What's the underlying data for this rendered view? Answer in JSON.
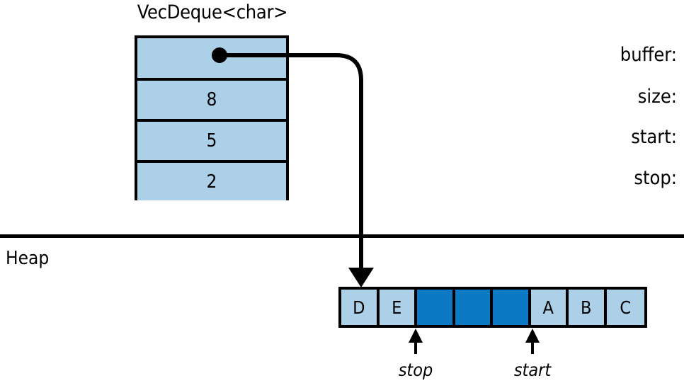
{
  "diagram": {
    "title": "VecDeque<char>",
    "heap_label": "Heap"
  },
  "struct": {
    "name": "VecDeque<char>",
    "fields": [
      {
        "label": "buffer:",
        "value": "",
        "kind": "pointer"
      },
      {
        "label": "size:",
        "value": "8",
        "kind": "number"
      },
      {
        "label": "start:",
        "value": "5",
        "kind": "number"
      },
      {
        "label": "stop:",
        "value": "2",
        "kind": "number"
      }
    ]
  },
  "heap": {
    "label": "Heap",
    "array": {
      "capacity": 8,
      "cells": [
        {
          "index": 0,
          "value": "D",
          "state": "filled"
        },
        {
          "index": 1,
          "value": "E",
          "state": "filled"
        },
        {
          "index": 2,
          "value": "",
          "state": "empty"
        },
        {
          "index": 3,
          "value": "",
          "state": "empty"
        },
        {
          "index": 4,
          "value": "",
          "state": "empty"
        },
        {
          "index": 5,
          "value": "A",
          "state": "filled"
        },
        {
          "index": 6,
          "value": "B",
          "state": "filled"
        },
        {
          "index": 7,
          "value": "C",
          "state": "filled"
        }
      ]
    },
    "markers": [
      {
        "name": "stop",
        "label": "stop",
        "index": 2
      },
      {
        "name": "start",
        "label": "start",
        "index": 5
      }
    ]
  },
  "colors": {
    "filled_cell": "#abd0e8",
    "empty_cell": "#0b79c3",
    "stroke": "#000000",
    "background": "#ffffff"
  },
  "icons": {
    "pointer_dot": "pointer-dot-icon",
    "pointer_arrow": "pointer-arrow-icon",
    "marker_arrow": "marker-arrow-icon"
  }
}
